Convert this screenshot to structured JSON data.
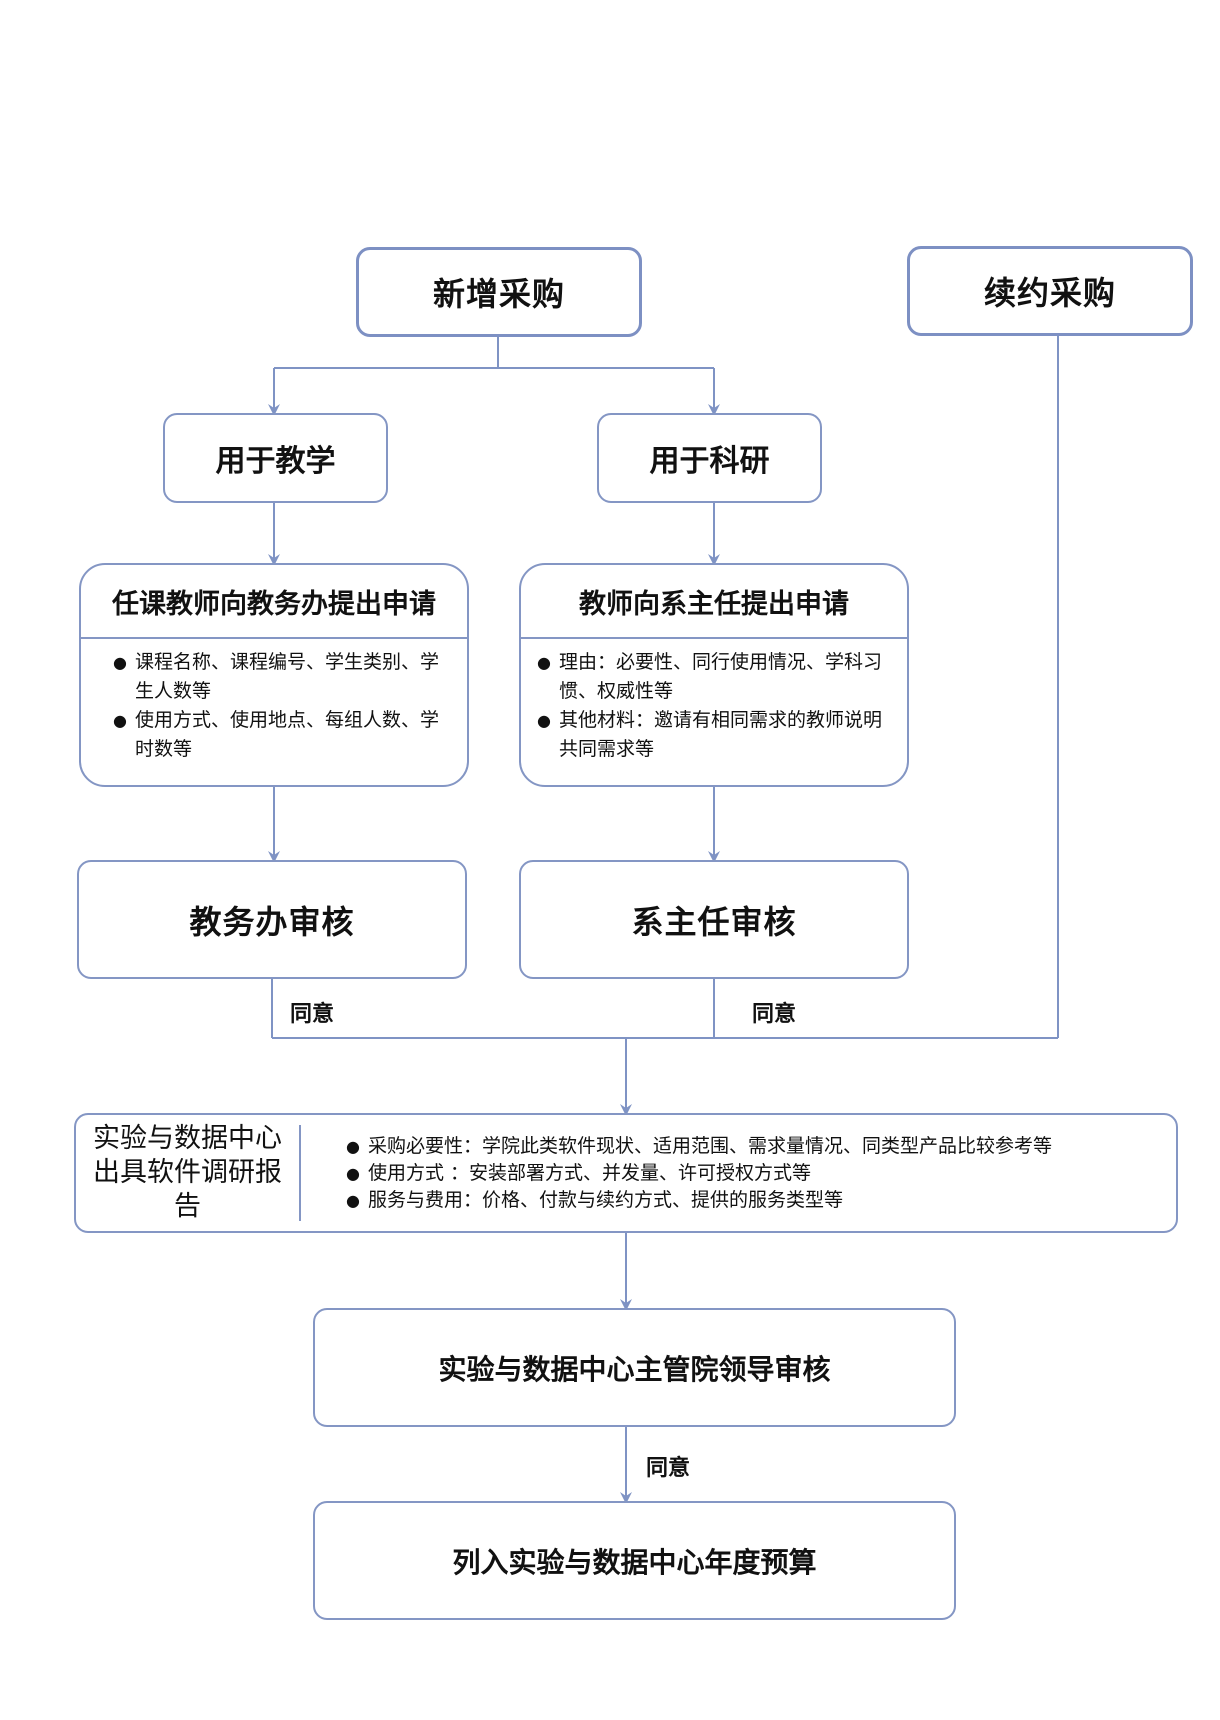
{
  "nodes": {
    "new_purchase": "新增采购",
    "renew_purchase": "续约采购",
    "teaching": "用于教学",
    "research": "用于科研",
    "teacher_apply": {
      "title": "任课教师向教务办提出申请",
      "items": [
        "课程名称、课程编号、学生类别、学生人数等",
        "使用方式、使用地点、每组人数、学时数等"
      ]
    },
    "research_apply": {
      "title": "教师向系主任提出申请",
      "items": [
        "理由：必要性、同行使用情况、学科习惯、权威性等",
        "其他材料：邀请有相同需求的教师说明共同需求等"
      ]
    },
    "academic_review": "教务办审核",
    "dept_review": "系主任审核",
    "report": {
      "title": "实验与数据中心出具软件调研报告",
      "items": [
        "采购必要性：学院此类软件现状、适用范围、需求量情况、同类型产品比较参考等",
        "使用方式 ：安装部署方式、并发量、许可授权方式等",
        "服务与费用：价格、付款与续约方式、提供的服务类型等"
      ]
    },
    "leader_review": "实验与数据中心主管院领导审核",
    "budget": "列入实验与数据中心年度预算"
  },
  "labels": {
    "agree_left": "同意",
    "agree_right": "同意",
    "agree_bottom": "同意"
  },
  "colors": {
    "line": "#7f93c4",
    "border": "#8496c4"
  }
}
